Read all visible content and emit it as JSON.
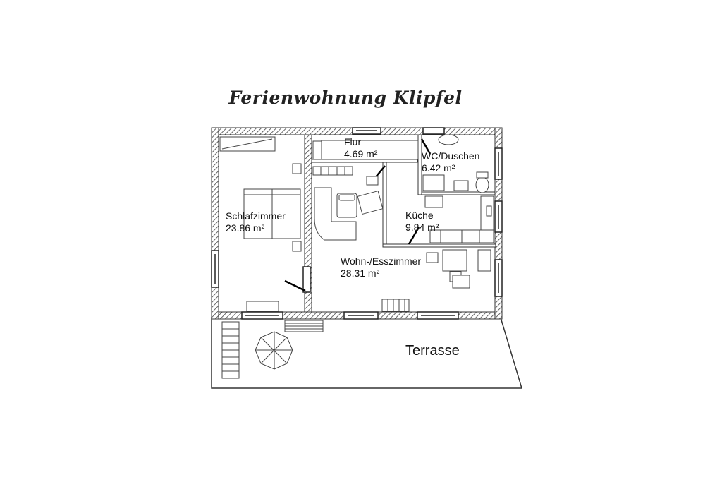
{
  "title": "Ferienwohnung Klipfel",
  "rooms": [
    {
      "id": "flur",
      "name": "Flur",
      "area": "4.69 m²"
    },
    {
      "id": "wc",
      "name": "WC/Duschen",
      "area": "6.42 m²"
    },
    {
      "id": "kueche",
      "name": "Küche",
      "area": "9.84 m²"
    },
    {
      "id": "schlafzimmer",
      "name": "Schlafzimmer",
      "area": "23.86 m²"
    },
    {
      "id": "wohn",
      "name": "Wohn-/Esszimmer",
      "area": "28.31 m²"
    }
  ],
  "terrace": {
    "name": "Terrasse"
  }
}
